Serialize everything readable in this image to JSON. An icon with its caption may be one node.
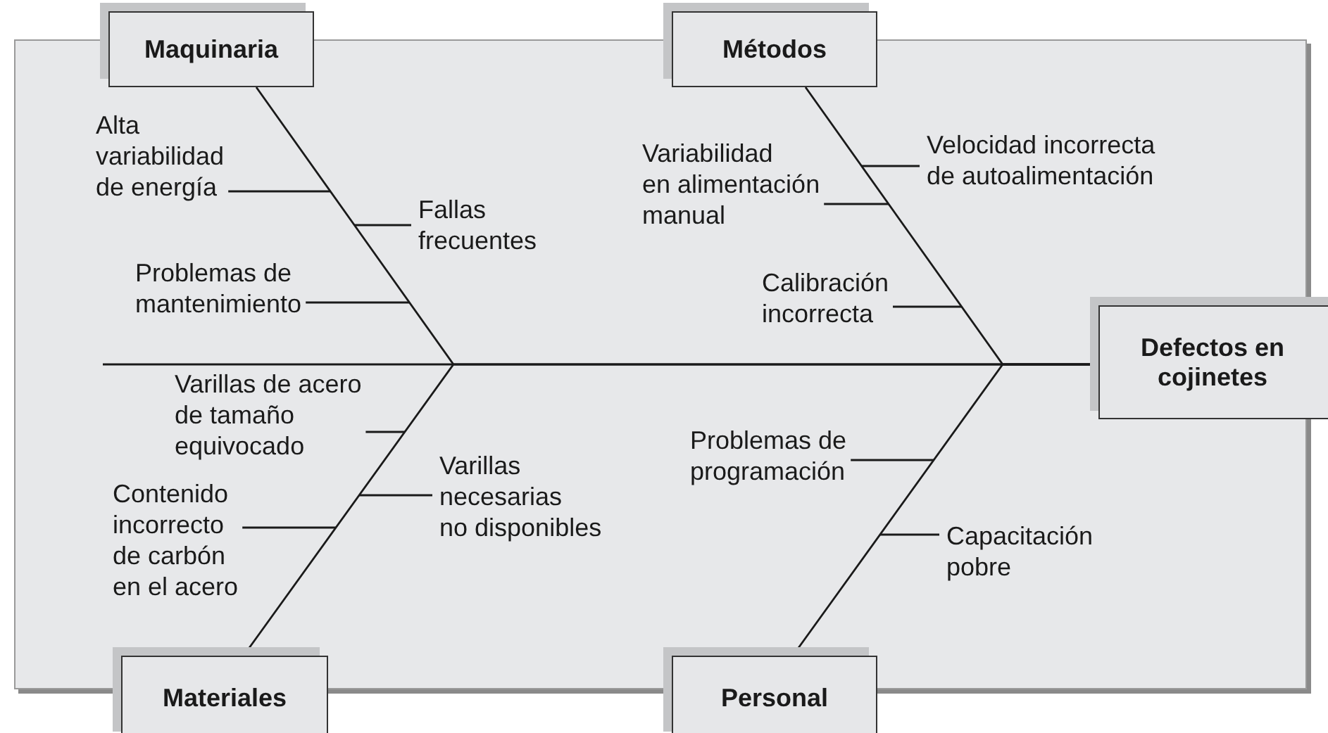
{
  "diagram": {
    "nodes": [
      {
        "text": [
          "Maquinaria"
        ]
      },
      {
        "text": [
          "Métodos"
        ]
      },
      {
        "text": [
          "Alta variabilidad de energía"
        ]
      },
      {
        "text": [
          "Variabilidad en alimentación manual"
        ]
      },
      {
        "text": [
          "Velocidad incorrecta de autoalimentación"
        ]
      },
      {
        "text": [
          "Fallas frecuentes"
        ]
      },
      {
        "text": [
          "Problemas de mantenimiento"
        ]
      },
      {
        "text": [
          "Calibración incorrecta"
        ]
      },
      {
        "text": [
          "Defectos en cojinetes"
        ]
      },
      {
        "text": [
          "Varillas de acero de tamaño equivocado"
        ]
      },
      {
        "text": [
          "Varillas necesarias no disponibles"
        ]
      },
      {
        "text": [
          "Problemas de programación"
        ]
      },
      {
        "text": [
          "Contenido incorrecto de carbón en el acero"
        ]
      },
      {
        "text": [
          "Capacitación pobre"
        ]
      },
      {
        "text": [
          "Materiales"
        ]
      },
      {
        "text": [
          "Personal"
        ]
      }
    ],
    "edges": [
      {
        "from": 0,
        "to": 8,
        "arrow": "none"
      },
      {
        "from": 1,
        "to": 8,
        "arrow": "none"
      },
      {
        "from": 14,
        "to": 8,
        "arrow": "none"
      },
      {
        "from": 15,
        "to": 8,
        "arrow": "none"
      },
      {
        "from": 2,
        "to": null,
        "arrow": "none"
      },
      {
        "from": 3,
        "to": null,
        "arrow": "none"
      },
      {
        "from": 4,
        "to": null,
        "arrow": "none"
      },
      {
        "from": 5,
        "to": null,
        "arrow": "none"
      },
      {
        "from": 6,
        "to": null,
        "arrow": "none"
      },
      {
        "from": 7,
        "to": null,
        "arrow": "none"
      },
      {
        "from": 9,
        "to": null,
        "arrow": "none"
      },
      {
        "from": 10,
        "to": null,
        "arrow": "none"
      },
      {
        "from": 11,
        "to": null,
        "arrow": "none"
      },
      {
        "from": 12,
        "to": null,
        "arrow": "none"
      },
      {
        "from": 13,
        "to": null,
        "arrow": "none"
      }
    ]
  }
}
